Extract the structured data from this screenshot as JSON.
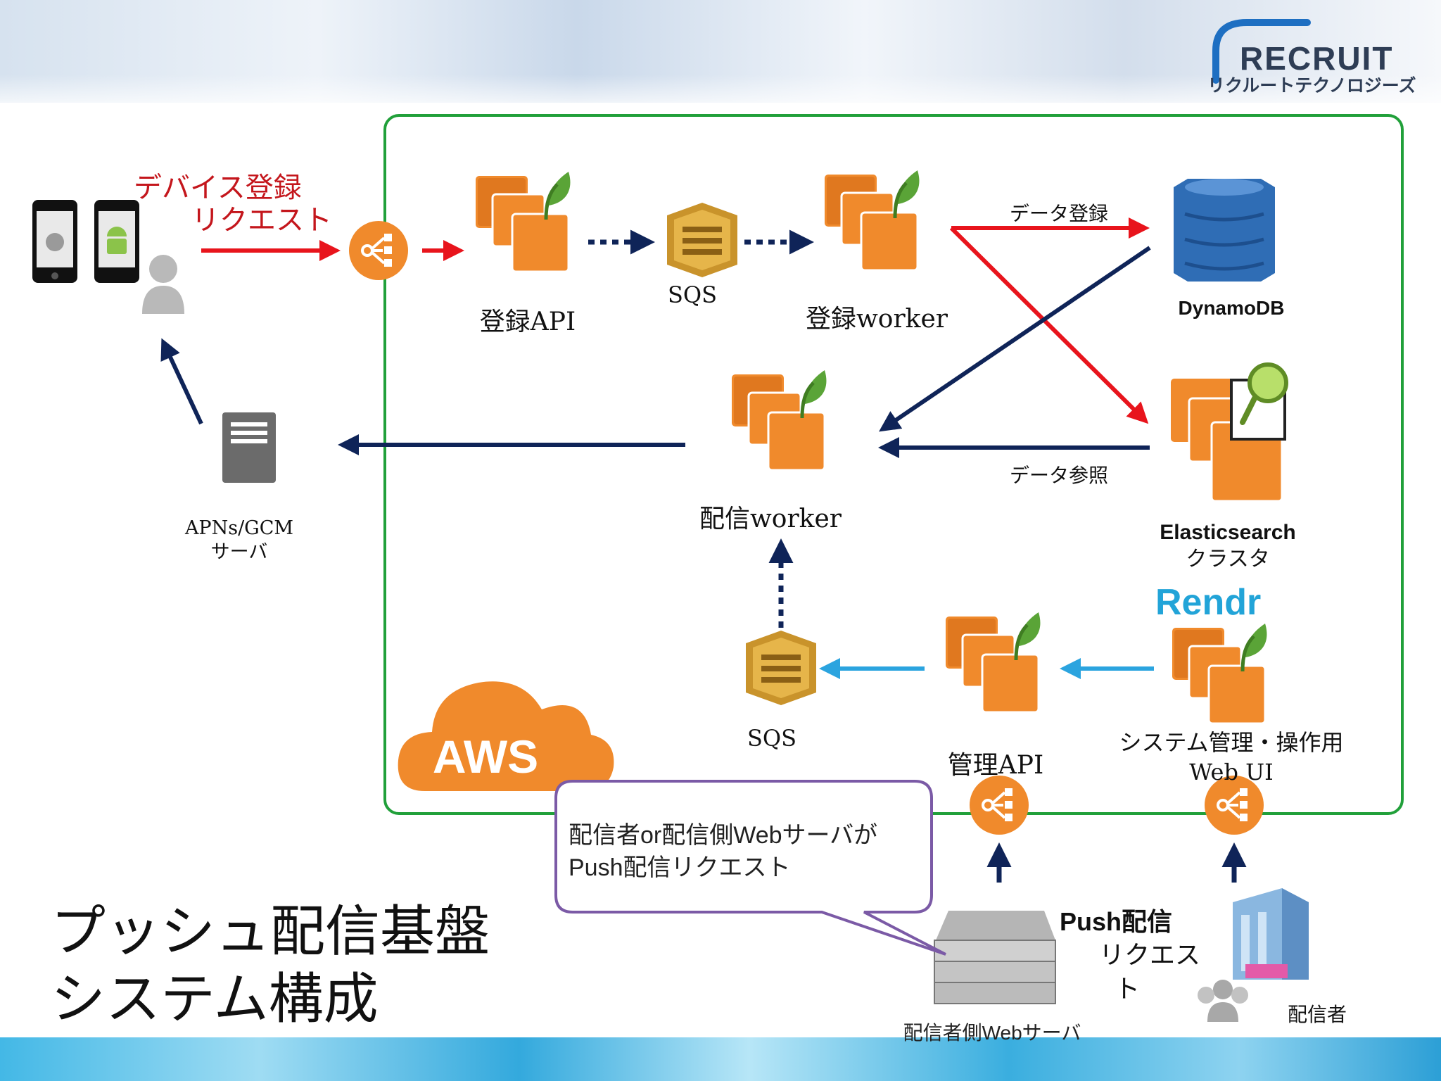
{
  "title": {
    "line1": "プッシュ配信基盤",
    "line2": "システム構成"
  },
  "logo": {
    "word": "RECRUIT",
    "sub": "リクルートテクノロジーズ"
  },
  "labels": {
    "device_reg_line1": "デバイス登録",
    "device_reg_line2": "リクエスト",
    "reg_api": "登録API",
    "sqs_top": "SQS",
    "reg_worker": "登録worker",
    "data_register": "データ登録",
    "dynamodb": "DynamoDB",
    "data_reference": "データ参照",
    "dist_worker": "配信worker",
    "apns_line1": "APNs/GCM",
    "apns_line2": "サーバ",
    "es_line1": "Elasticsearch",
    "es_line2": "クラスタ",
    "rendr": "Rendr",
    "sqs_bottom": "SQS",
    "mgmt_api": "管理API",
    "sys_ui_line1": "システム管理・操作用",
    "sys_ui_line2": "Web UI",
    "aws": "AWS",
    "callout_line1": "配信者or配信側Webサーバが",
    "callout_line2": "Push配信リクエスト",
    "push_line1": "Push配信",
    "push_line2": "リクエス",
    "push_line3": "ト",
    "web_server": "配信者側Webサーバ",
    "distributor": "配信者"
  },
  "colors": {
    "aws_border": "#21a03a",
    "aws_orange": "#f08a2c",
    "red_arrow": "#e8141c",
    "navy_arrow": "#0f2458",
    "light_arrow": "#2ba4df",
    "dynamo_blue": "#2f6db5",
    "sqs_gold": "#c9932b",
    "callout_border": "#7b5aa6"
  },
  "icons": [
    "iphone-icon",
    "android-phone-icon",
    "user-icon",
    "load-balancer-icon",
    "ec2-instances-icon",
    "sqs-icon",
    "dynamodb-icon",
    "elasticsearch-icon",
    "server-icon",
    "aws-cloud-icon",
    "rack-server-icon",
    "office-building-icon",
    "users-group-icon"
  ]
}
